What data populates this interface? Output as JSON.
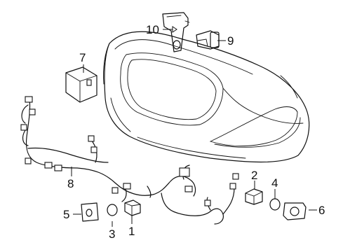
{
  "callouts": [
    {
      "id": "1",
      "text": "1"
    },
    {
      "id": "2",
      "text": "2"
    },
    {
      "id": "3",
      "text": "3"
    },
    {
      "id": "4",
      "text": "4"
    },
    {
      "id": "5",
      "text": "5"
    },
    {
      "id": "6",
      "text": "6"
    },
    {
      "id": "7",
      "text": "7"
    },
    {
      "id": "8",
      "text": "8"
    },
    {
      "id": "9",
      "text": "9"
    },
    {
      "id": "10",
      "text": "10"
    }
  ],
  "colors": {
    "line": "#111111",
    "background": "#ffffff"
  }
}
